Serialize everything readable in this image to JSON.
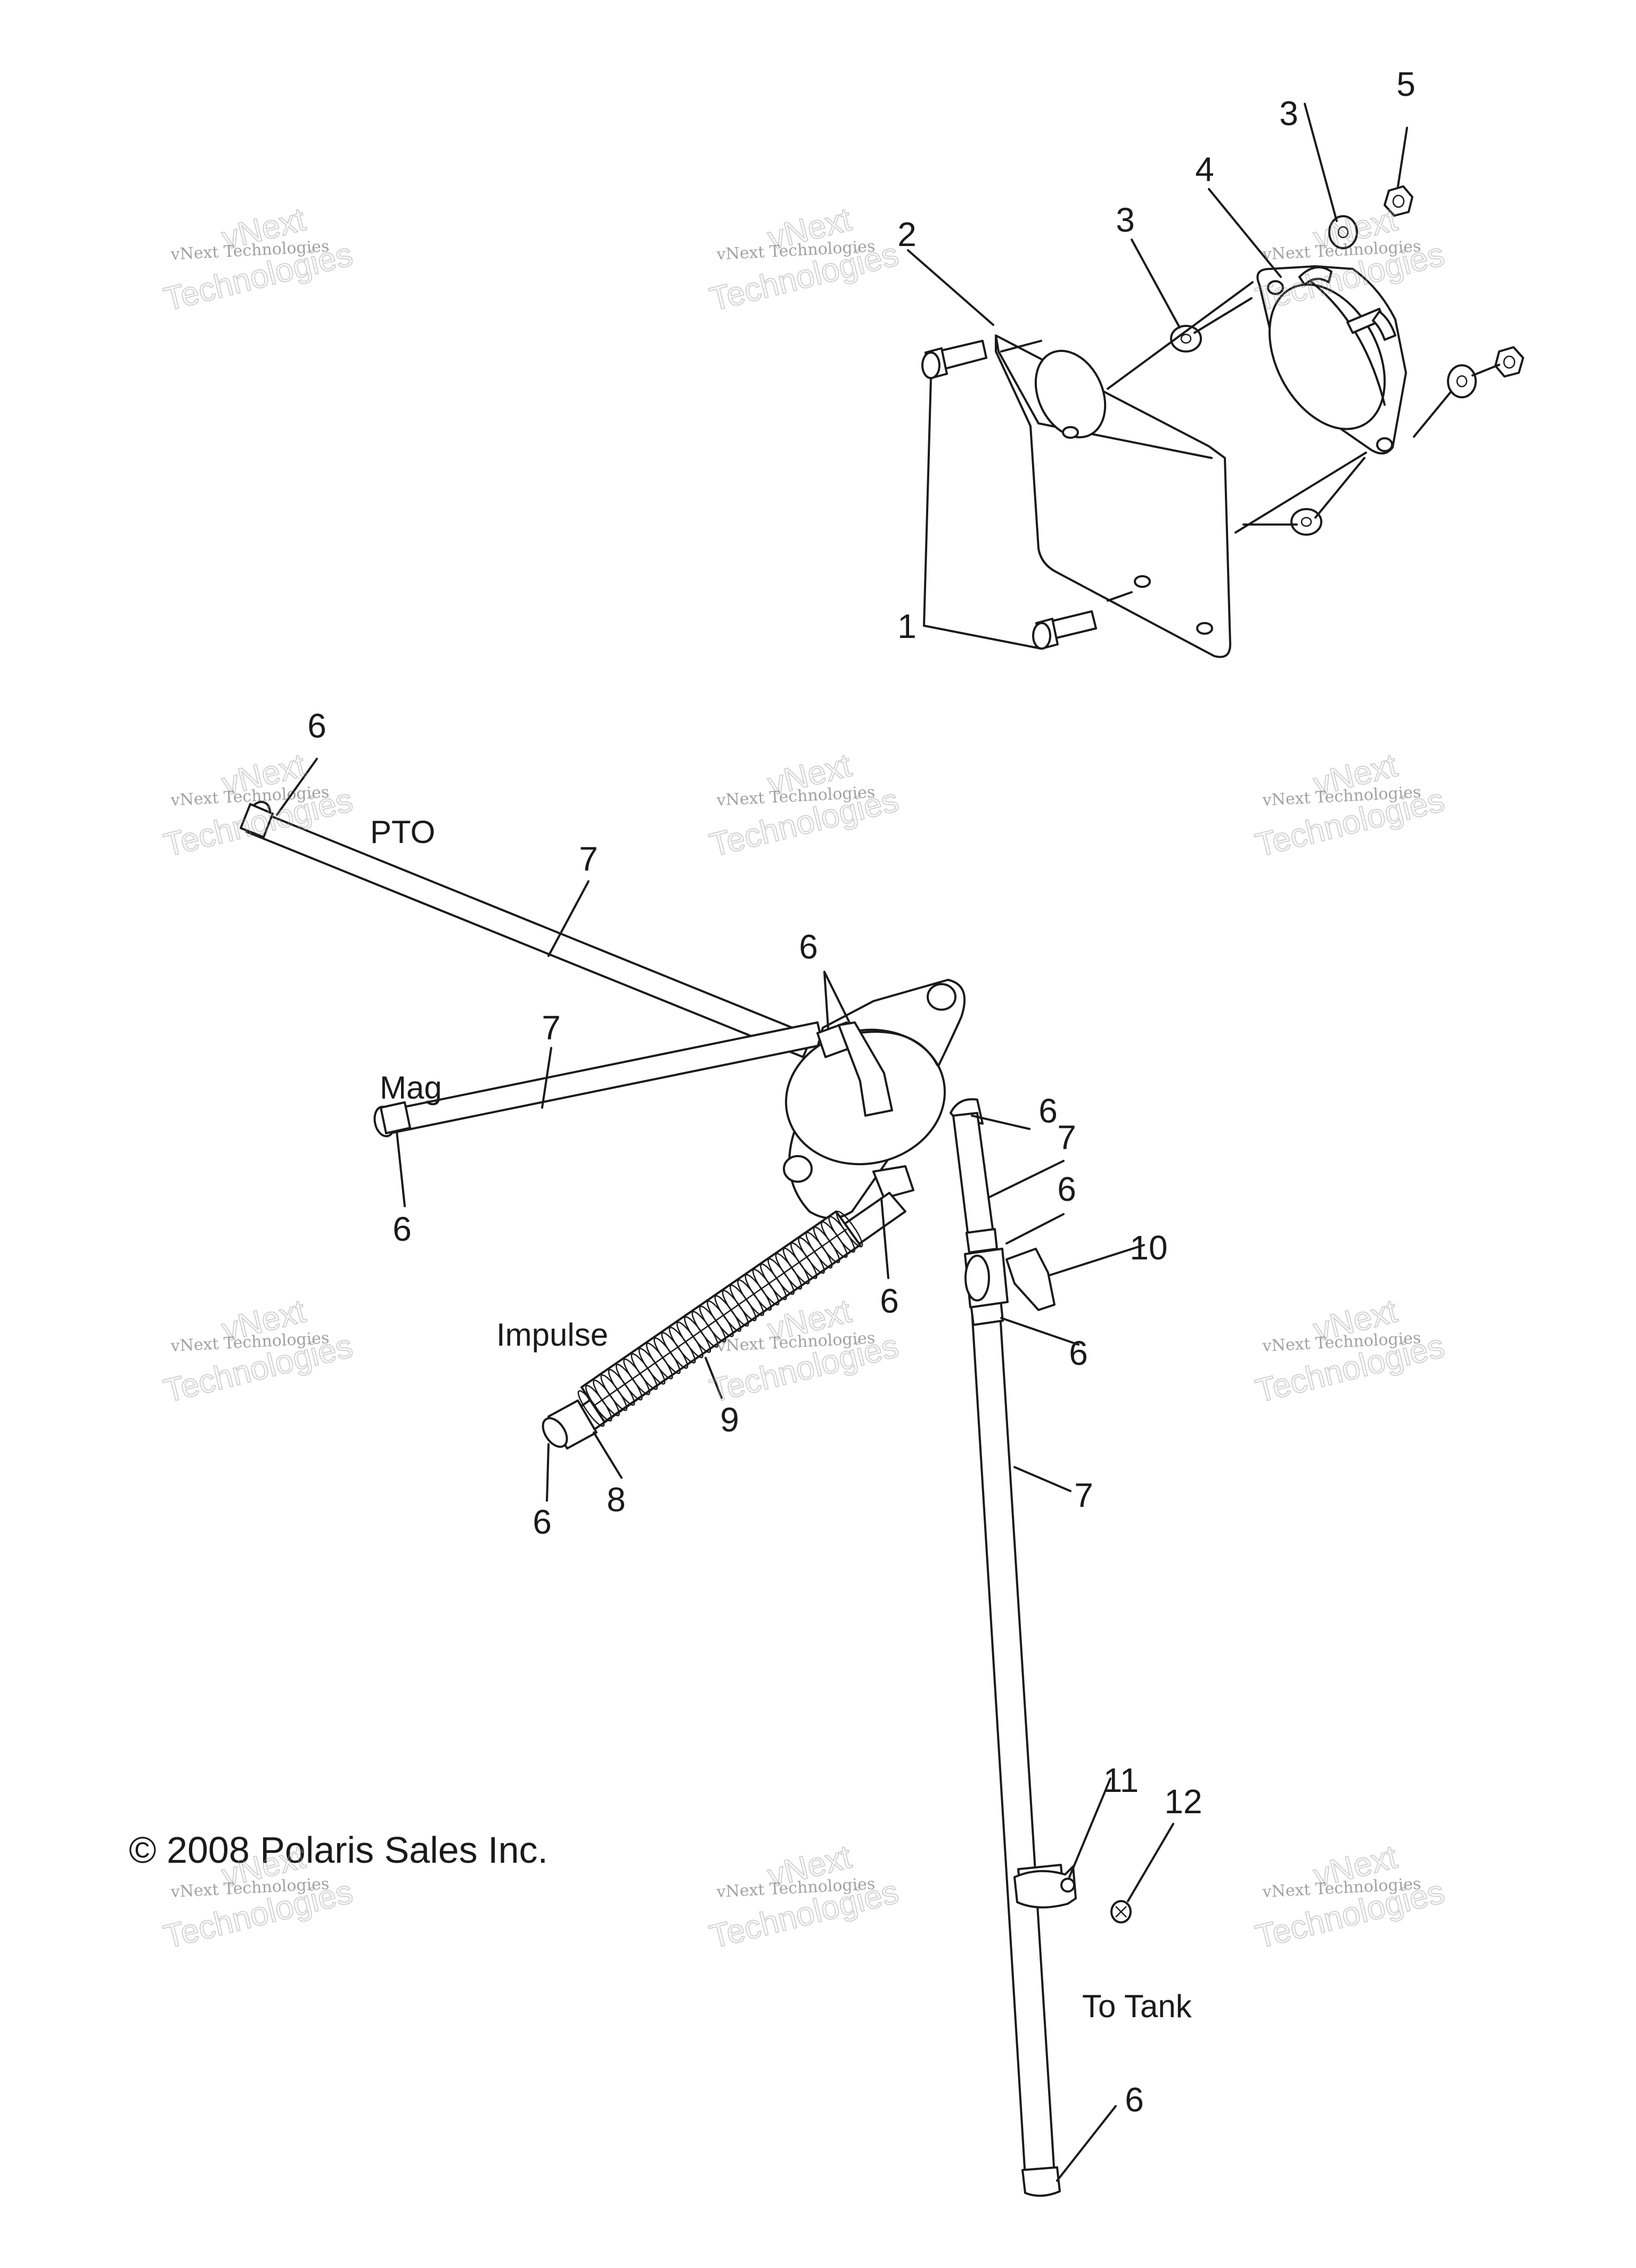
{
  "callouts": [
    {
      "id": "c1",
      "text": "1"
    },
    {
      "id": "c2",
      "text": "2"
    },
    {
      "id": "c3a",
      "text": "3"
    },
    {
      "id": "c3b",
      "text": "3"
    },
    {
      "id": "c4",
      "text": "4"
    },
    {
      "id": "c5",
      "text": "5"
    },
    {
      "id": "c6a",
      "text": "6"
    },
    {
      "id": "c6b",
      "text": "6"
    },
    {
      "id": "c6c",
      "text": "6"
    },
    {
      "id": "c6d",
      "text": "6"
    },
    {
      "id": "c6e",
      "text": "6"
    },
    {
      "id": "c6f",
      "text": "6"
    },
    {
      "id": "c6g",
      "text": "6"
    },
    {
      "id": "c6h",
      "text": "6"
    },
    {
      "id": "c6i",
      "text": "6"
    },
    {
      "id": "c7a",
      "text": "7"
    },
    {
      "id": "c7b",
      "text": "7"
    },
    {
      "id": "c7c",
      "text": "7"
    },
    {
      "id": "c7d",
      "text": "7"
    },
    {
      "id": "c8",
      "text": "8"
    },
    {
      "id": "c9",
      "text": "9"
    },
    {
      "id": "c10",
      "text": "10"
    },
    {
      "id": "c11",
      "text": "11"
    },
    {
      "id": "c12",
      "text": "12"
    }
  ],
  "labels": {
    "pto": "PTO",
    "mag": "Mag",
    "impulse": "Impulse",
    "to_tank": "To Tank"
  },
  "copyright": "© 2008 Polaris Sales Inc.",
  "watermark": {
    "line1": "vNext Technologies",
    "line2": "vNext",
    "line3": "Technologies"
  }
}
